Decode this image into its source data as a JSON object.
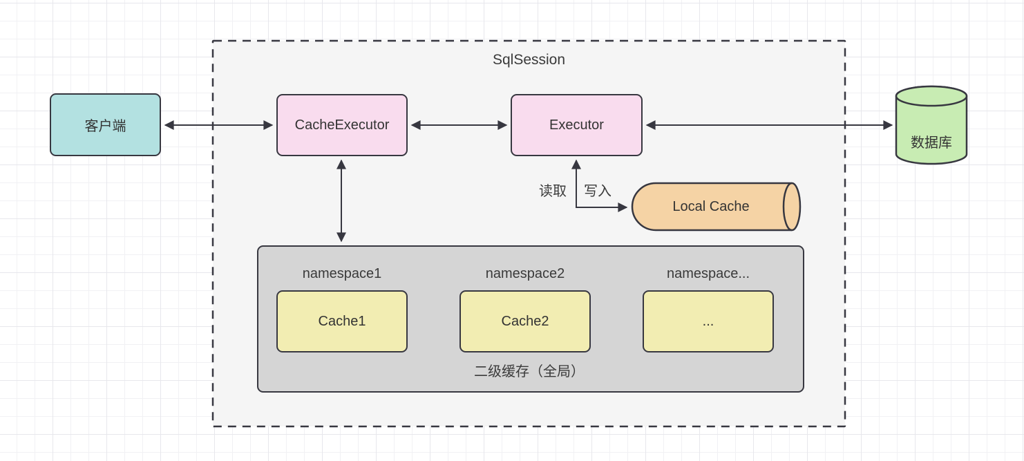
{
  "diagram": {
    "container_label": "SqlSession",
    "client_label": "客户端",
    "cache_executor_label": "CacheExecutor",
    "executor_label": "Executor",
    "local_cache_label": "Local Cache",
    "database_label": "数据库",
    "read_label": "读取",
    "write_label": "写入",
    "second_level_cache": {
      "caption": "二级缓存（全局）",
      "namespaces": [
        {
          "name": "namespace1",
          "cache_label": "Cache1"
        },
        {
          "name": "namespace2",
          "cache_label": "Cache2"
        },
        {
          "name": "namespace...",
          "cache_label": "..."
        }
      ]
    },
    "colors": {
      "node_border": "#373740",
      "container_fill": "#f5f5f5",
      "inner_container_fill": "#d5d5d5",
      "client_fill": "#b3e1e1",
      "executor_fill": "#f9dcee",
      "cache_fill": "#f2edb2",
      "local_cache_fill": "#f5d3a5",
      "database_fill": "#c8ecb3"
    }
  }
}
